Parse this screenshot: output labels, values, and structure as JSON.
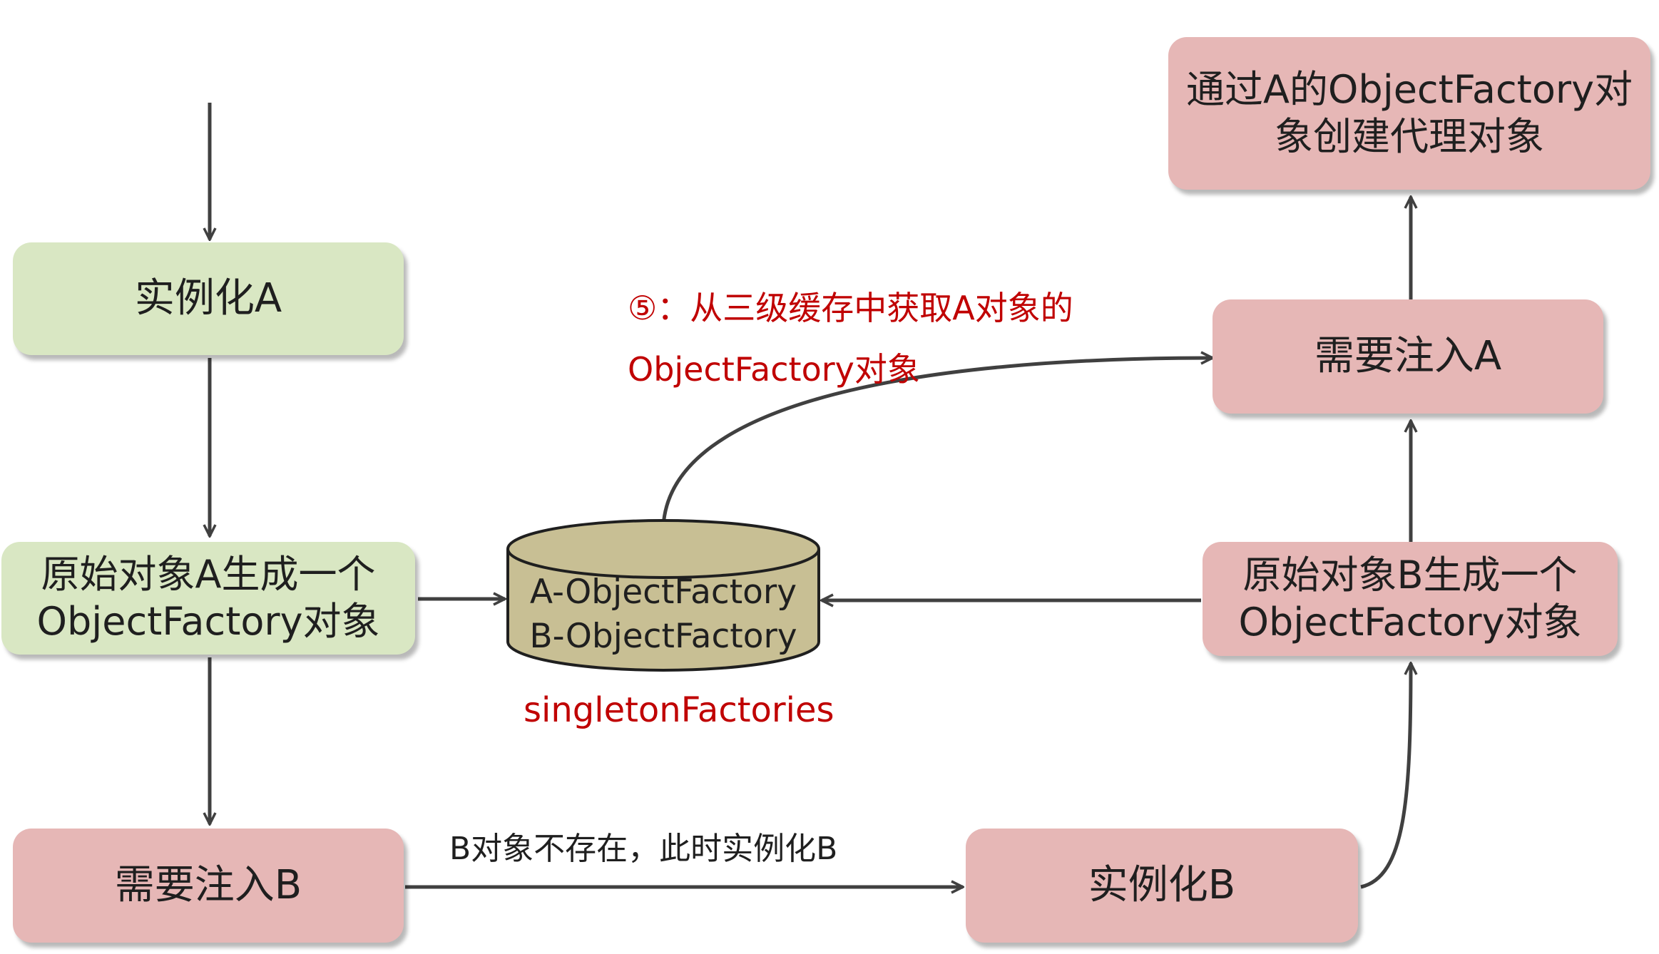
{
  "nodes": {
    "instantiate_a": "实例化A",
    "object_factory_a_line1": "原始对象A生成一个",
    "object_factory_a_line2": "ObjectFactory对象",
    "inject_b": "需要注入B",
    "instantiate_b": "实例化B",
    "object_factory_b_line1": "原始对象B生成一个",
    "object_factory_b_line2": "ObjectFactory对象",
    "inject_a": "需要注入A",
    "create_proxy_line1": "通过A的ObjectFactory对",
    "create_proxy_line2": "象创建代理对象"
  },
  "cache": {
    "entries": [
      "A-ObjectFactory",
      "B-ObjectFactory"
    ],
    "name": "singletonFactories"
  },
  "annotations": {
    "step5_line1": "⑤：从三级缓存中获取A对象的",
    "step5_line2": "ObjectFactory对象",
    "b_not_exist": "B对象不存在，此时实例化B"
  },
  "colors": {
    "green_box": "#d9e7c3",
    "pink_box": "#e6b7b6",
    "cylinder": "#c8bf94",
    "highlight_text": "#c00000",
    "arrow": "#404040"
  }
}
